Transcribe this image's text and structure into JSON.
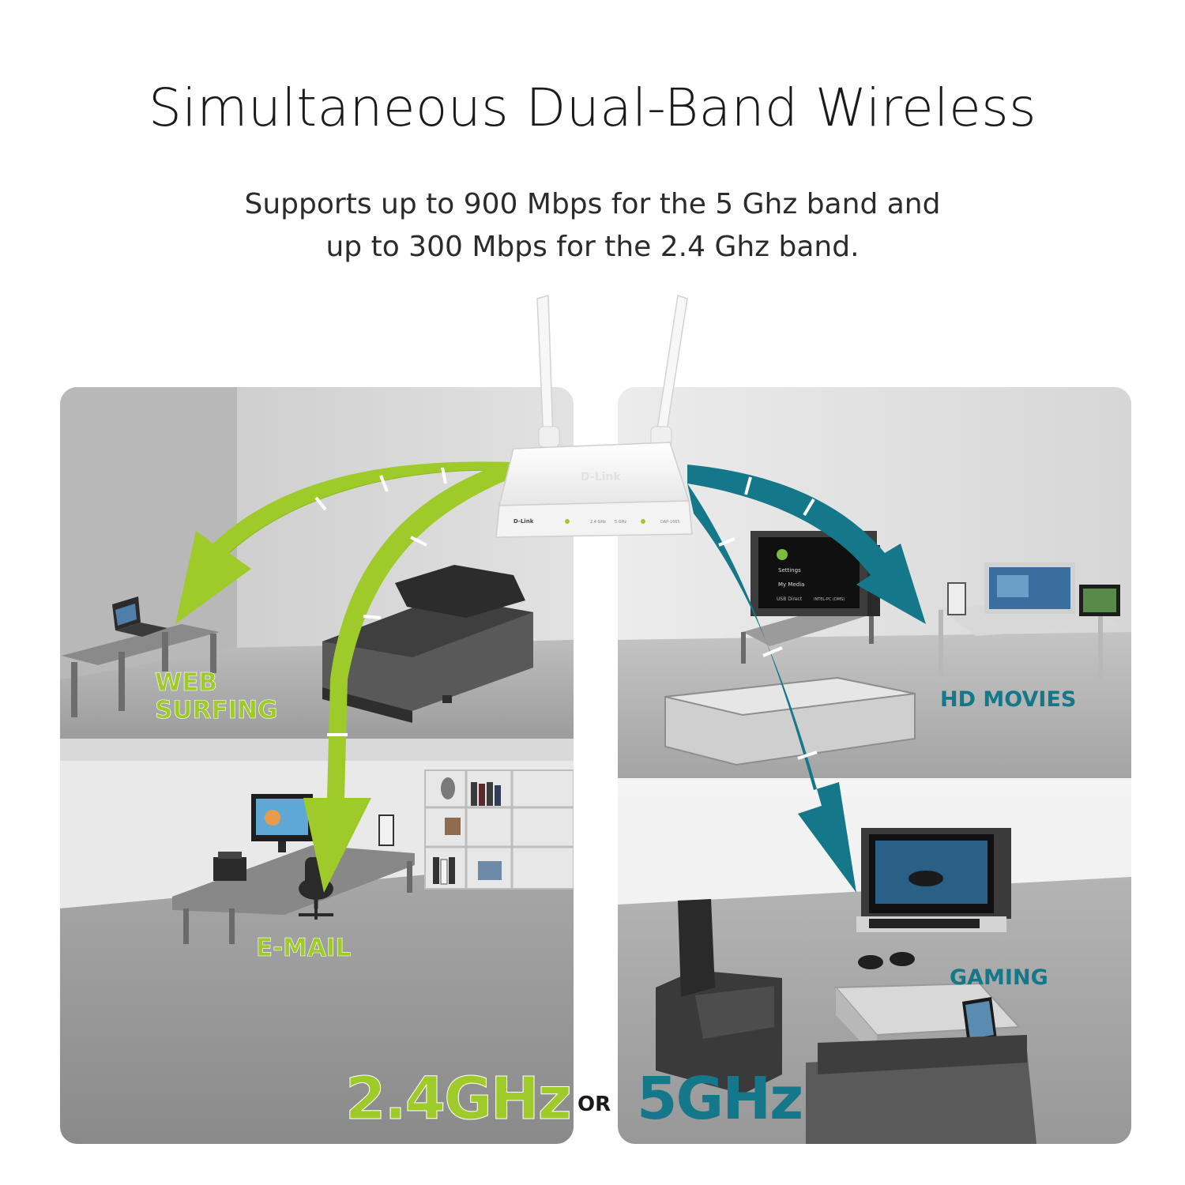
{
  "header": {
    "title": "Simultaneous Dual-Band Wireless",
    "subtitle_line1": "Supports up to 900 Mbps for the 5 Ghz band and",
    "subtitle_line2": "up to 300 Mbps for the 2.4 Ghz band."
  },
  "router": {
    "brand_top": "D-Link",
    "brand_front": "D-Link",
    "led_24": "2.4 GHz",
    "led_5": "5 GHz",
    "model": "DAP-1665"
  },
  "tv_menu": {
    "settings": "Settings",
    "my_media": "My Media",
    "usb_direct": "USB Direct",
    "device": "INTEL-PC (DMS)"
  },
  "labels": {
    "web_line1": "WEB",
    "web_line2": "SURFING",
    "email": "E-MAIL",
    "hd_movies": "HD MOVIES",
    "gaming": "GAMING"
  },
  "bands": {
    "band_24": "2.4GHz",
    "or": "OR",
    "band_5": "5GHz"
  },
  "colors": {
    "green": "#9ecb2a",
    "teal": "#14788a",
    "panel_gray": "#9c9c9c",
    "title_text": "#1a1a1a"
  }
}
